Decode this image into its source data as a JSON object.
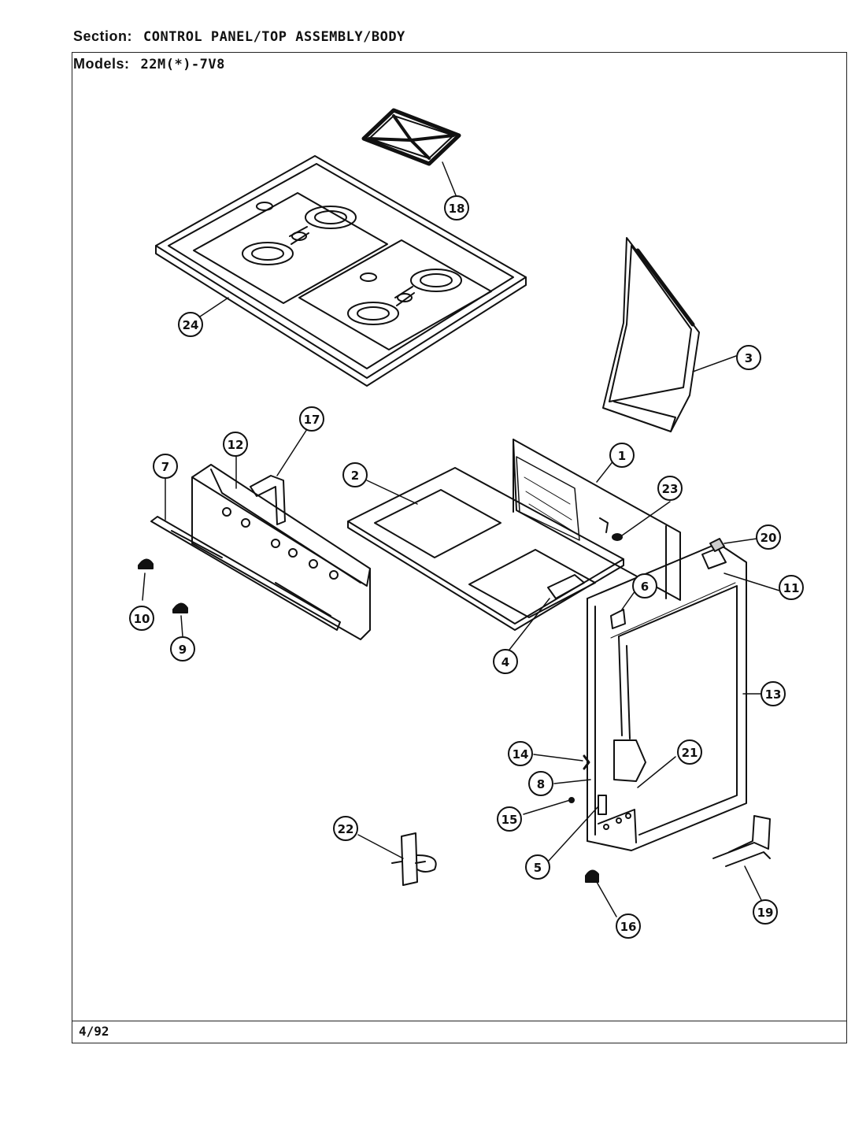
{
  "header": {
    "section_label": "Section:",
    "section_value": "CONTROL PANEL/TOP ASSEMBLY/BODY",
    "models_label": "Models:",
    "models_value": "22M(*)-7V8"
  },
  "footer": {
    "date": "4/92"
  },
  "callouts": {
    "c1": "1",
    "c2": "2",
    "c3": "3",
    "c4": "4",
    "c5": "5",
    "c6": "6",
    "c7": "7",
    "c8": "8",
    "c9": "9",
    "c10": "10",
    "c11": "11",
    "c12": "12",
    "c13": "13",
    "c14": "14",
    "c15": "15",
    "c16": "16",
    "c17": "17",
    "c18": "18",
    "c19": "19",
    "c20": "20",
    "c21": "21",
    "c22": "22",
    "c23": "23",
    "c24": "24"
  }
}
